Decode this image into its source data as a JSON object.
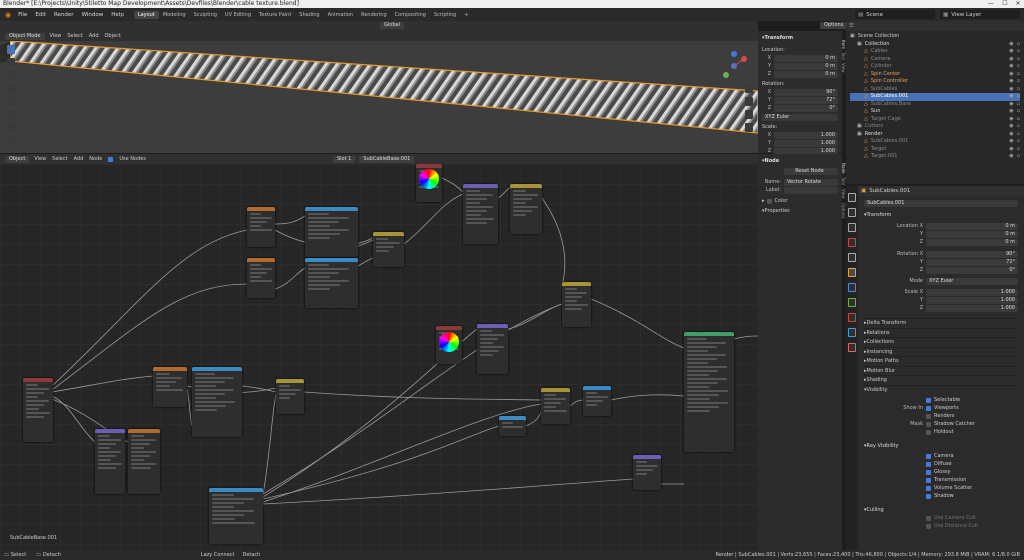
{
  "window": {
    "title": "Blender* [E:\\Projects\\Unity\\Stiletto Map Development\\Assets\\Devfiles\\Blender\\cable texture.blend]",
    "min": "—",
    "max": "☐",
    "close": "✕"
  },
  "menu": {
    "items": [
      "File",
      "Edit",
      "Render",
      "Window",
      "Help"
    ],
    "workspaces": [
      "Layout",
      "Modeling",
      "Sculpting",
      "UV Editing",
      "Texture Paint",
      "Shading",
      "Animation",
      "Rendering",
      "Compositing",
      "Scripting"
    ],
    "active_workspace": "Layout",
    "scene_label": "Scene",
    "view_layer_label": "View Layer"
  },
  "viewport": {
    "mode": "Object Mode",
    "menus": [
      "View",
      "Select",
      "Add",
      "Object"
    ],
    "orientation": "Global",
    "options": "Options"
  },
  "npanel": {
    "section": "Transform",
    "location": "Location:",
    "loc": [
      [
        "X",
        "0 m"
      ],
      [
        "Y",
        "0 m"
      ],
      [
        "Z",
        "0 m"
      ]
    ],
    "rotation": "Rotation:",
    "rot": [
      [
        "X",
        "90°"
      ],
      [
        "Y",
        "72°"
      ],
      [
        "Z",
        "0°"
      ]
    ],
    "euler": "XYZ Euler",
    "scale": "Scale:",
    "scl": [
      [
        "X",
        "1.000"
      ],
      [
        "Y",
        "1.000"
      ],
      [
        "Z",
        "1.000"
      ]
    ],
    "tabs": [
      "Item",
      "Tool",
      "View"
    ]
  },
  "node_editor": {
    "type": "Object",
    "menus": [
      "View",
      "Select",
      "Add",
      "Node"
    ],
    "use_nodes": "Use Nodes",
    "slot": "Slot 1",
    "material": "SubCableBase.001",
    "footer_label": "SubCableBase.001"
  },
  "node_panel": {
    "section": "Node",
    "reset": "Reset Node",
    "name_label": "Name:",
    "name_value": "Vector Rotate",
    "label_label": "Label:",
    "color": "Color",
    "properties": "Properties",
    "tabs": [
      "Node",
      "Tool",
      "View",
      "Options"
    ]
  },
  "outliner": {
    "header": "Scene Collection",
    "items": [
      {
        "name": "Collection",
        "d": 1,
        "c": "#ddd"
      },
      {
        "name": "Cables",
        "d": 2,
        "c": "#888"
      },
      {
        "name": "Camera",
        "d": 2,
        "c": "#888"
      },
      {
        "name": "Cylinder",
        "d": 2,
        "c": "#888"
      },
      {
        "name": "Spin Center",
        "d": 2,
        "c": "#e0a060"
      },
      {
        "name": "Spin Controller",
        "d": 2,
        "c": "#e0a060"
      },
      {
        "name": "SubCables",
        "d": 2,
        "c": "#888"
      },
      {
        "name": "SubCables.001",
        "d": 2,
        "c": "#fff",
        "sel": true
      },
      {
        "name": "SubCables.Base",
        "d": 2,
        "c": "#888"
      },
      {
        "name": "Sun",
        "d": 2,
        "c": "#ddd"
      },
      {
        "name": "Target Cage",
        "d": 2,
        "c": "#888"
      },
      {
        "name": "Cutters",
        "d": 1,
        "c": "#888"
      },
      {
        "name": "Render",
        "d": 1,
        "c": "#ddd"
      },
      {
        "name": "SubCables.001",
        "d": 2,
        "c": "#888"
      },
      {
        "name": "Target",
        "d": 2,
        "c": "#888"
      },
      {
        "name": "Target.001",
        "d": 2,
        "c": "#888"
      }
    ]
  },
  "properties": {
    "object_name": "SubCables.001",
    "field_name": "SubCables.001",
    "transform": "Transform",
    "loc": [
      [
        "Location X",
        "0 m"
      ],
      [
        "Y",
        "0 m"
      ],
      [
        "Z",
        "0 m"
      ]
    ],
    "rot": [
      [
        "Rotation X",
        "90°"
      ],
      [
        "Y",
        "72°"
      ],
      [
        "Z",
        "0°"
      ]
    ],
    "mode_label": "Mode",
    "mode": "XYZ Euler",
    "scl": [
      [
        "Scale X",
        "1.000"
      ],
      [
        "Y",
        "1.000"
      ],
      [
        "Z",
        "1.000"
      ]
    ],
    "sections": [
      "Delta Transform",
      "Relations",
      "Collections",
      "Instancing",
      "Motion Paths",
      "Motion Blur",
      "Shading",
      "Visibility"
    ],
    "selectable": "Selectable",
    "show_in": "Show In",
    "viewports": "Viewports",
    "renders": "Renders",
    "mask": "Mask",
    "shadow_catcher": "Shadow Catcher",
    "holdout": "Holdout",
    "ray_visibility": "Ray Visibility",
    "rays": [
      "Camera",
      "Diffuse",
      "Glossy",
      "Transmission",
      "Volume Scatter",
      "Shadow"
    ],
    "culling": "Culling",
    "cull": [
      "Use Camera Cull",
      "Use Distance Cull"
    ]
  },
  "status": {
    "select": "Select",
    "detach": "Detach",
    "lazy": "Lazy Connect",
    "detach2": "Detach",
    "info": "Render | SubCables.001 | Verts:23,655 | Faces:23,400 | Tris:46,800 | Objects:1/4 | Memory: 293.8 MiB | VRAM: 6.1/8.0 GiB"
  },
  "colors": {
    "accent": "#4772b3",
    "selected_orange": "#e8a43c",
    "input_node": "#8b3a3a",
    "texture_node": "#b26b2f",
    "converter_node": "#3a8ac4",
    "vector_node": "#6b5fb5",
    "shader_node": "#3f9d6a",
    "color_node": "#a69436"
  }
}
